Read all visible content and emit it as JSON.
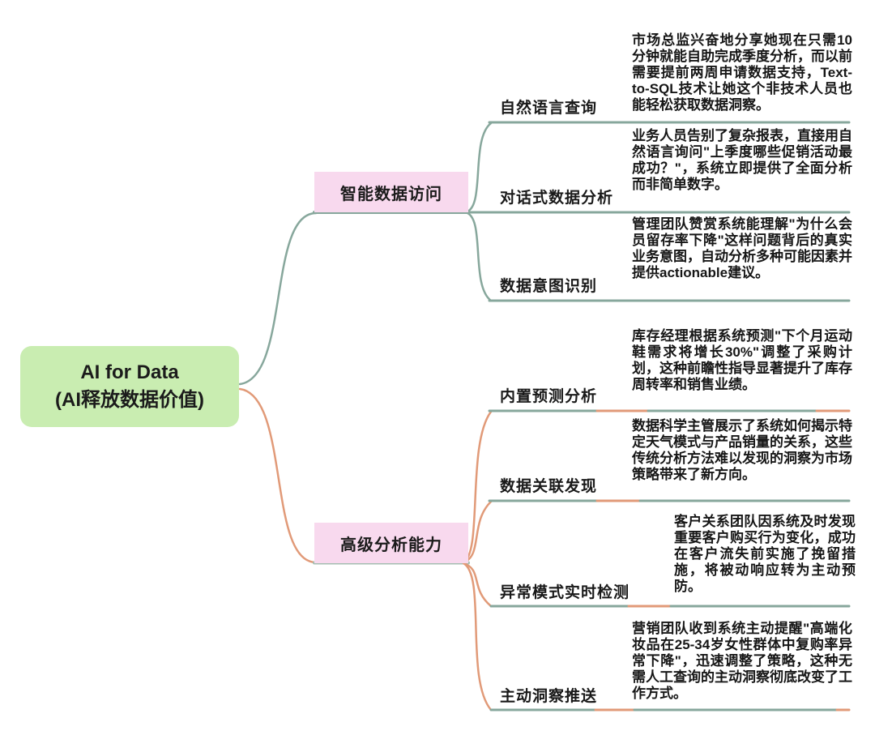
{
  "root": {
    "title_line1": "AI for Data",
    "title_line2": "(AI释放数据价值)"
  },
  "branches": [
    {
      "label": "智能数据访问",
      "children": [
        {
          "label": "自然语言查询",
          "desc": "市场总监兴奋地分享她现在只需10分钟就能自助完成季度分析，而以前需要提前两周申请数据支持，Text-to-SQL技术让她这个非技术人员也能轻松获取数据洞察。"
        },
        {
          "label": "对话式数据分析",
          "desc": "业务人员告别了复杂报表，直接用自然语言询问\"上季度哪些促销活动最成功？\"，系统立即提供了全面分析而非简单数字。"
        },
        {
          "label": "数据意图识别",
          "desc": "管理团队赞赏系统能理解\"为什么会员留存率下降\"这样问题背后的真实业务意图，自动分析多种可能因素并提供actionable建议。"
        }
      ]
    },
    {
      "label": "高级分析能力",
      "children": [
        {
          "label": "内置预测分析",
          "desc": "库存经理根据系统预测\"下个月运动鞋需求将增长30%\"调整了采购计划，这种前瞻性指导显著提升了库存周转率和销售业绩。"
        },
        {
          "label": "数据关联发现",
          "desc": "数据科学主管展示了系统如何揭示特定天气模式与产品销量的关系，这些传统分析方法难以发现的洞察为市场策略带来了新方向。"
        },
        {
          "label": "异常模式实时检测",
          "desc": "客户关系团队因系统及时发现重要客户购买行为变化，成功在客户流失前实施了挽留措施，将被动响应转为主动预防。"
        },
        {
          "label": "主动洞察推送",
          "desc": "营销团队收到系统主动提醒\"高端化妆品在25-34岁女性群体中复购率异常下降\"，迅速调整了策略，这种无需人工查询的主动洞察彻底改变了工作方式。"
        }
      ]
    }
  ],
  "colors": {
    "teal": "#87A79C",
    "orange": "#E19A78",
    "teal_light": "#A4BEB2",
    "root_fill": "#C9EDB1",
    "branch_fill": "#F8D9EE",
    "text": "#1B1B1B"
  }
}
